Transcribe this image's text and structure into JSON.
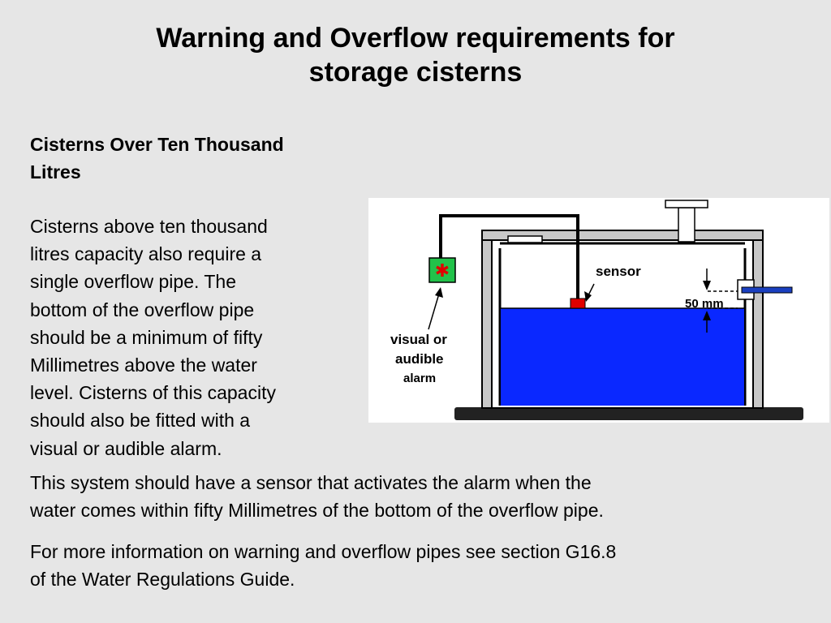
{
  "title": {
    "line1": "Warning and Overflow requirements for",
    "line2": "storage cisterns"
  },
  "subheading": {
    "line1": "Cisterns Over Ten Thousand",
    "line2": "Litres"
  },
  "paragraph1": [
    "Cisterns above ten thousand",
    "litres capacity also require a",
    "single overflow pipe. The",
    "bottom of the overflow pipe",
    "should be a minimum of fifty",
    "Millimetres above the water",
    "level. Cisterns of this capacity",
    "should also be fitted with a",
    "visual or audible alarm."
  ],
  "paragraph2": [
    "This system should have a sensor that activates the alarm when the",
    "water comes within fifty Millimetres of the bottom of the overflow pipe."
  ],
  "paragraph3": [
    "For more information on warning and overflow pipes see section G16.8",
    "of the Water Regulations Guide."
  ],
  "diagram": {
    "sensor_label": "sensor",
    "gap_label": "50 mm",
    "alarm_label_line1": "visual or",
    "alarm_label_line2": "audible",
    "alarm_label_line3": "alarm",
    "colors": {
      "water": "#0a28ff",
      "sensor": "#e00000",
      "alarm_box": "#22c24a",
      "alarm_star": "#e00000",
      "overflow_pipe": "#1a3fc0",
      "tank_wall": "#c8c8c8",
      "base": "#222222"
    }
  }
}
